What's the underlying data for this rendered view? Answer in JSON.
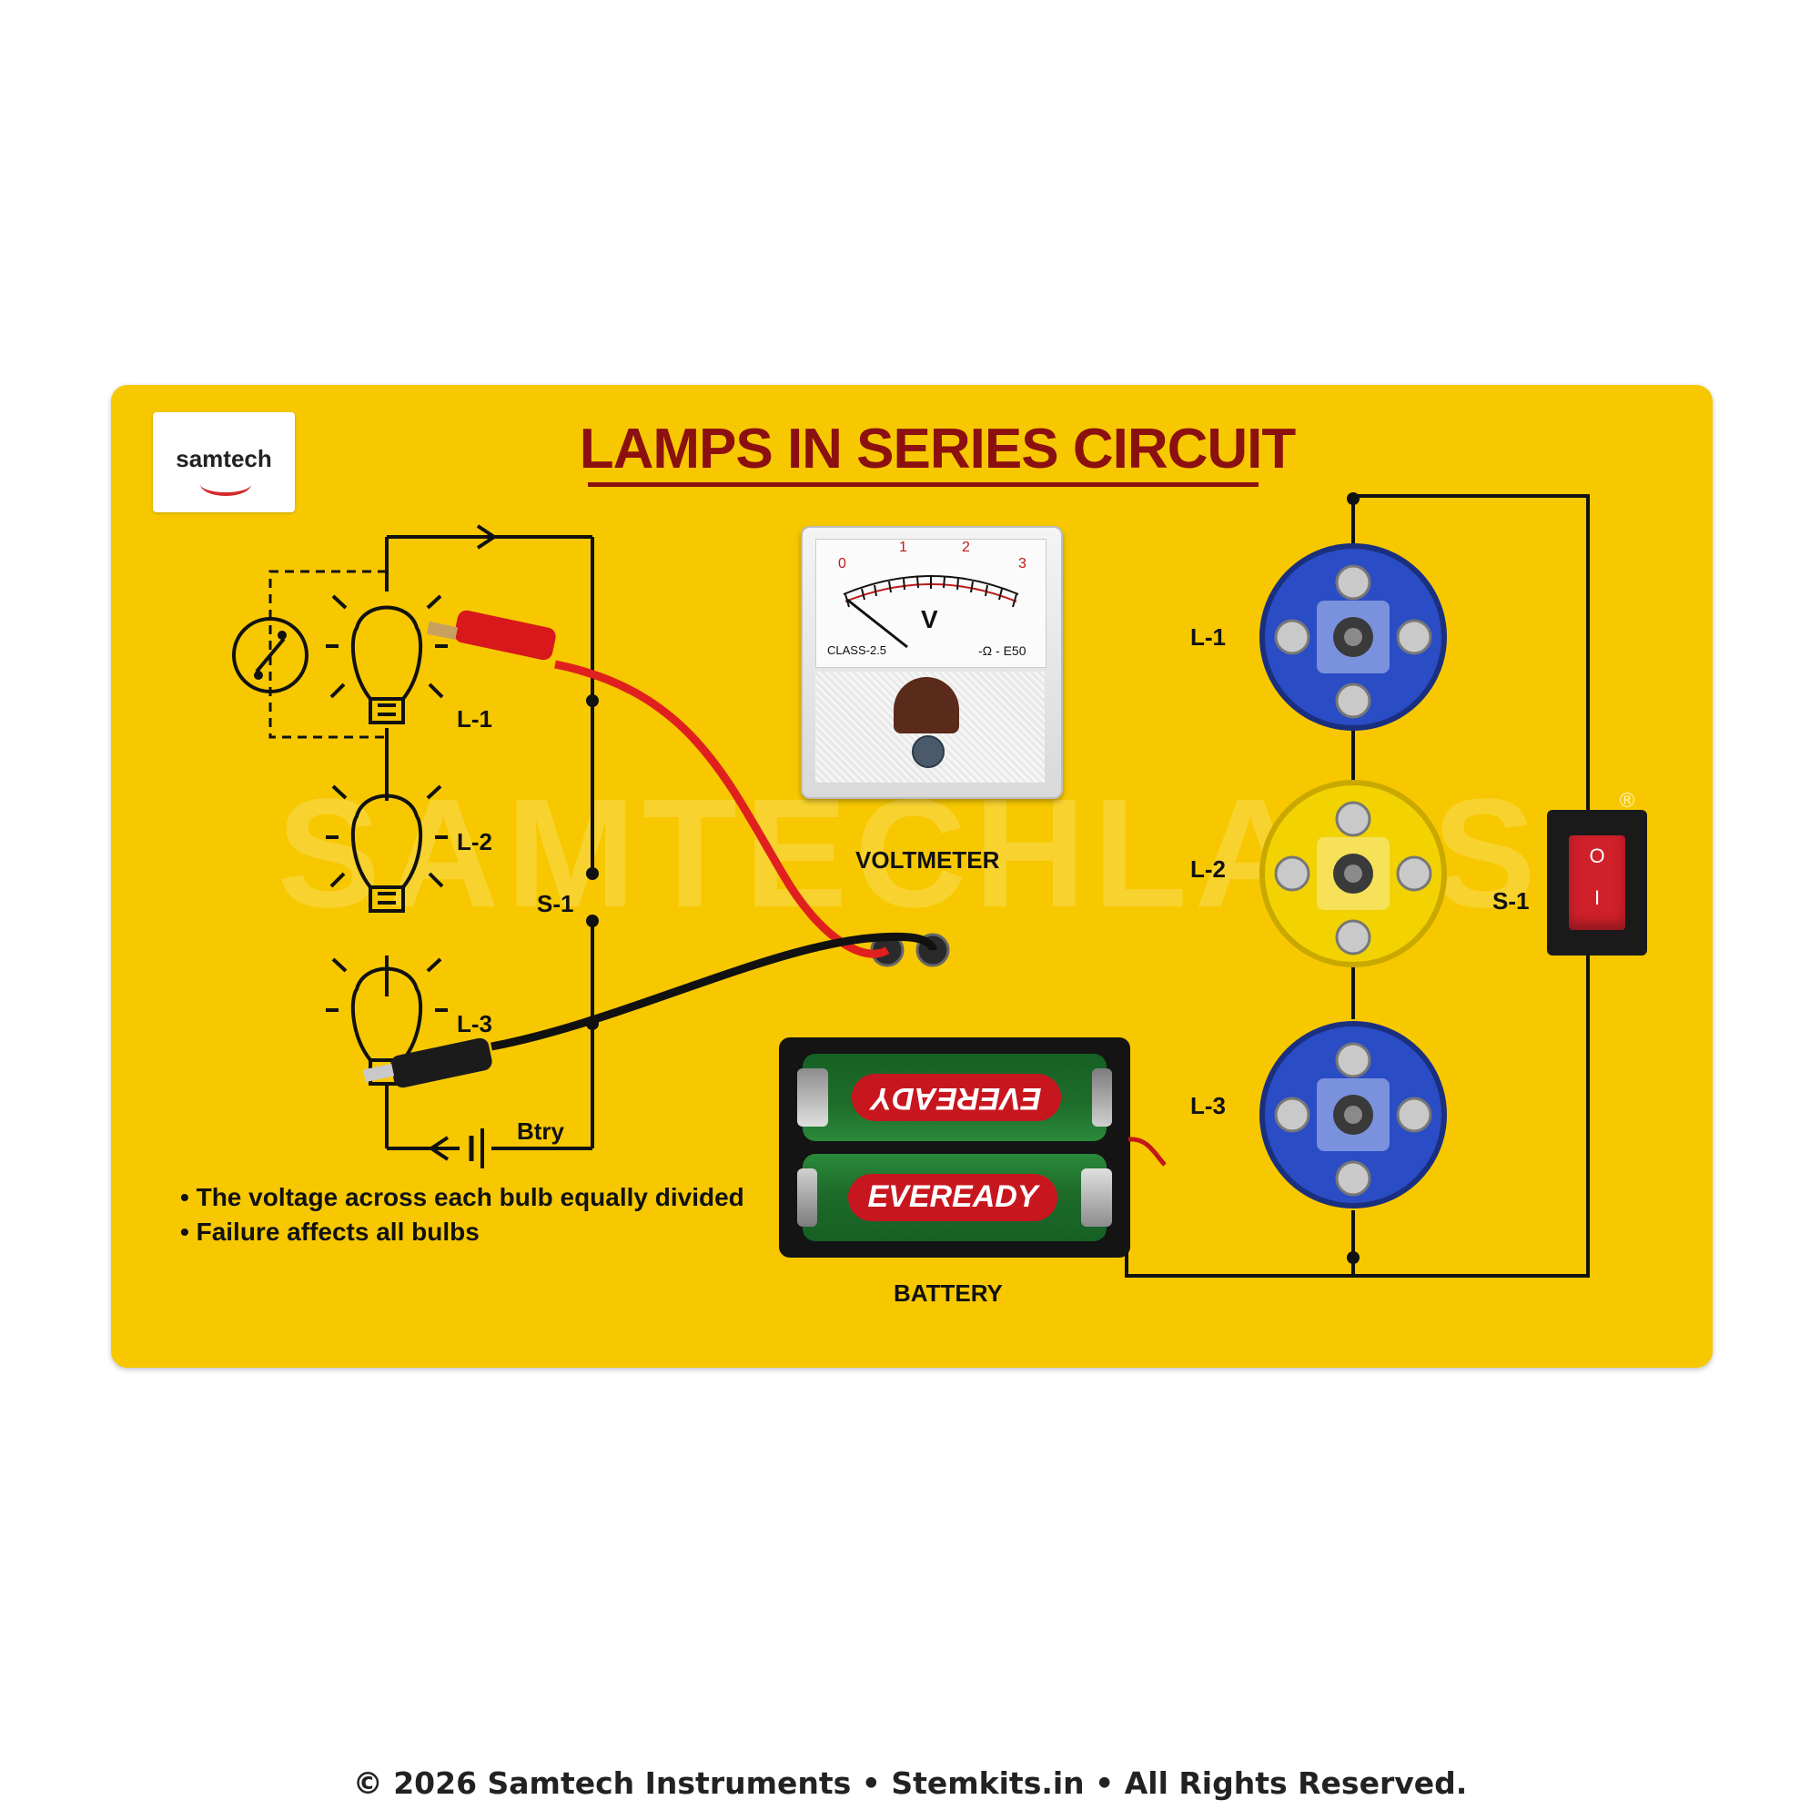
{
  "brand": {
    "logo_text": "samtech"
  },
  "title": "LAMPS IN SERIES CIRCUIT",
  "watermark": "SAMTECHLABS",
  "schematic": {
    "labels": {
      "l1": "L-1",
      "l2": "L-2",
      "l3": "L-3",
      "s1": "S-1",
      "btry": "Btry"
    }
  },
  "notes": [
    "The voltage across each bulb equally divided",
    "Failure affects all bulbs"
  ],
  "voltmeter": {
    "label": "VOLTMETER",
    "unit": "V",
    "scale": [
      "0",
      "1",
      "2",
      "3"
    ],
    "class_text": "CLASS-2.5",
    "code_text": "-Ω - E50",
    "needle_value": 0
  },
  "battery": {
    "label": "BATTERY",
    "cells": [
      "EVEREADY",
      "EVEREADY"
    ]
  },
  "lamps": {
    "l1": "L-1",
    "l2": "L-2",
    "l3": "L-3"
  },
  "switch": {
    "label": "S-1",
    "on_symbol": "O",
    "off_symbol": "I"
  },
  "registered_mark": "®",
  "footer": "© 2026 Samtech Instruments • Stemkits.in • All Rights Reserved.",
  "colors": {
    "board": "#f7c800",
    "title": "#8b1010",
    "lamp_holder_blue": "#2a4cc4",
    "lamp_holder_yellow": "#f2d200",
    "red_lead": "#e0201e",
    "black_lead": "#111111"
  }
}
